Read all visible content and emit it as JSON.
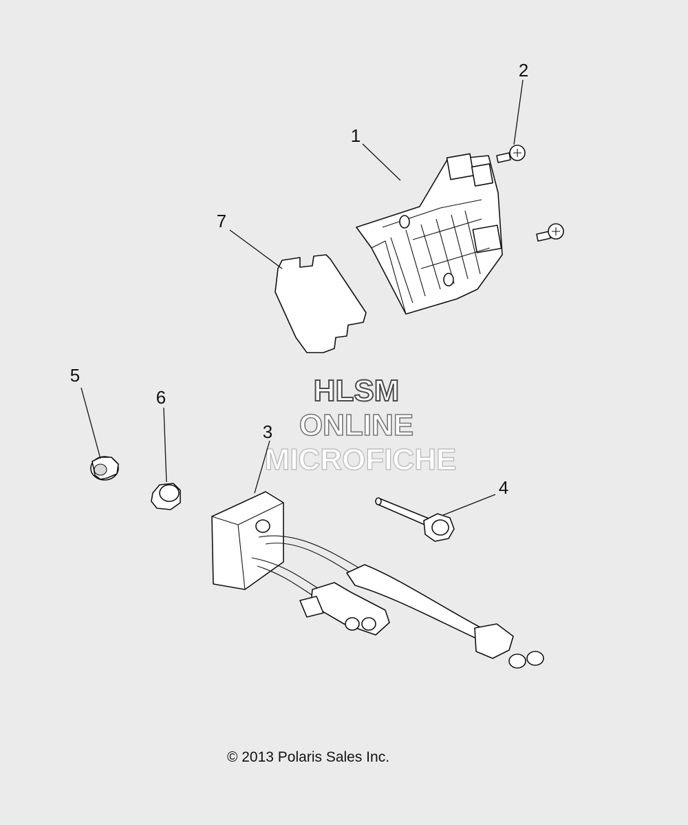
{
  "callouts": [
    {
      "id": "1",
      "label": "1"
    },
    {
      "id": "2",
      "label": "2"
    },
    {
      "id": "3",
      "label": "3"
    },
    {
      "id": "4",
      "label": "4"
    },
    {
      "id": "5",
      "label": "5"
    },
    {
      "id": "6",
      "label": "6"
    },
    {
      "id": "7",
      "label": "7"
    }
  ],
  "watermark": {
    "line1": "HLSM",
    "line2": "ONLINE",
    "line3": "MICROFICHE"
  },
  "copyright": "© 2013 Polaris Sales Inc.",
  "colors": {
    "background": "#ebebeb",
    "line": "#111111",
    "part_fill": "#ffffff"
  }
}
